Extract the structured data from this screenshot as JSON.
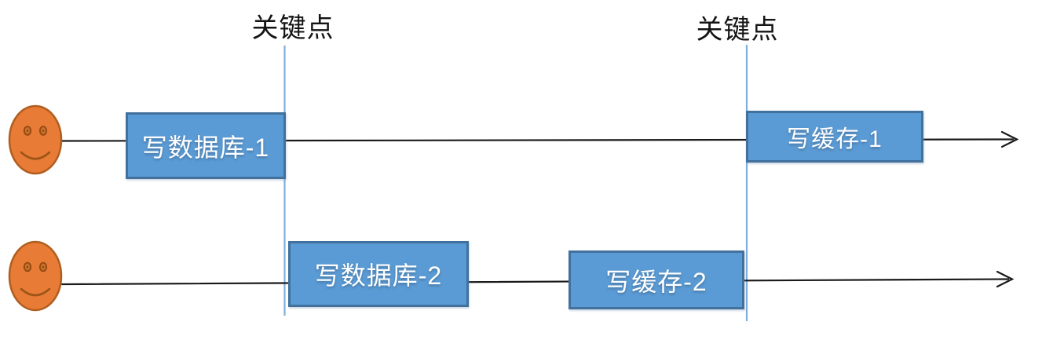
{
  "keypoints": [
    {
      "label": "关键点"
    },
    {
      "label": "关键点"
    }
  ],
  "rows": [
    {
      "actor_icon": "smiley-face-icon",
      "boxes": [
        {
          "label": "写数据库-1"
        },
        {
          "label": "写缓存-1"
        }
      ]
    },
    {
      "actor_icon": "smiley-face-icon",
      "boxes": [
        {
          "label": "写数据库-2"
        },
        {
          "label": "写缓存-2"
        }
      ]
    }
  ],
  "colors": {
    "box_fill": "#5B9BD5",
    "box_border": "#41719C",
    "box_text": "#FFFFFF",
    "keypoint_line": "#7FAEDE",
    "timeline_line": "#1A1A1A",
    "label_text": "#141414",
    "face_fill": "#E87B36",
    "face_border": "#B05E1F"
  }
}
